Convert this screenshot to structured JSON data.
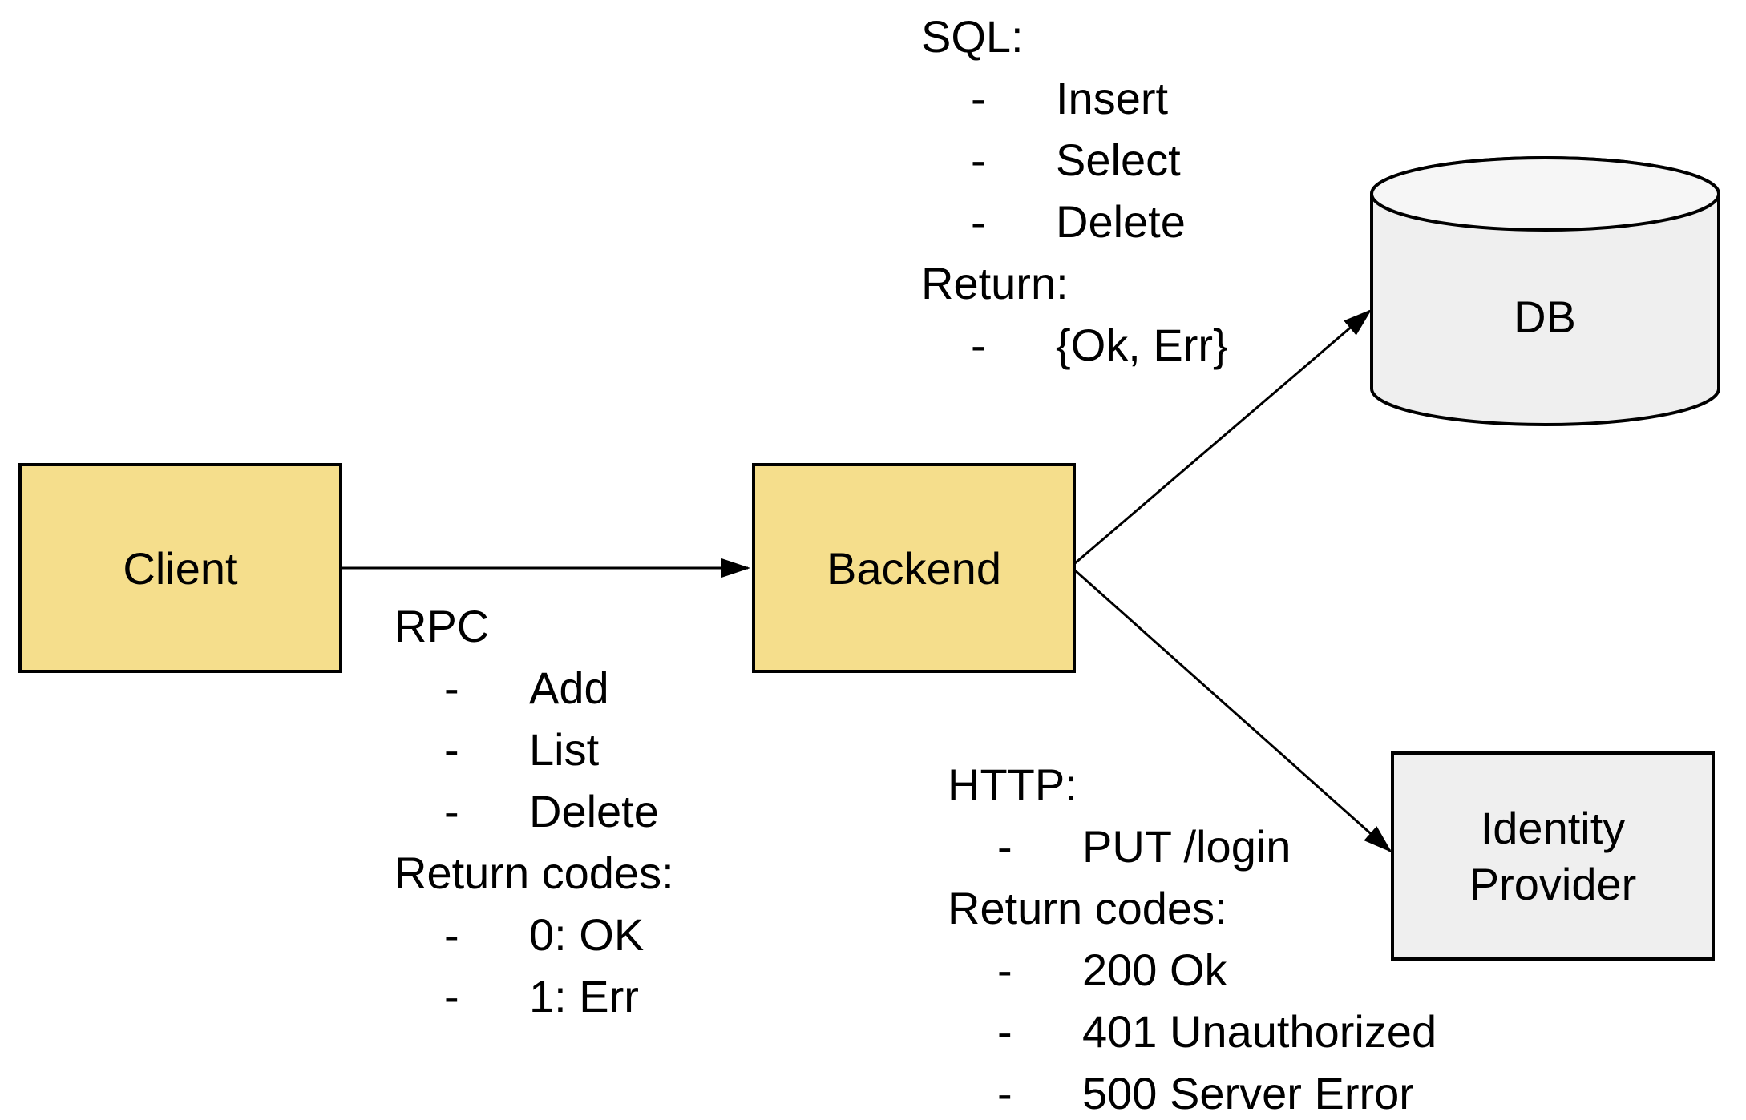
{
  "bullet_char": "-",
  "colors": {
    "node_yellow": "#F5DE8C",
    "node_gray": "#EFEFEF",
    "cylinder_top": "#F6F6F6",
    "stroke": "#000000",
    "text": "#000000",
    "background": "#FFFFFF"
  },
  "nodes": {
    "client": {
      "label": "Client"
    },
    "backend": {
      "label": "Backend"
    },
    "db": {
      "label": "DB"
    },
    "identity_provider": {
      "label": "Identity Provider",
      "line1": "Identity",
      "line2": "Provider"
    }
  },
  "edges": [
    {
      "from": "client",
      "to": "backend",
      "annotation": "rpc"
    },
    {
      "from": "backend",
      "to": "db",
      "annotation": "sql"
    },
    {
      "from": "backend",
      "to": "identity_provider",
      "annotation": "http"
    }
  ],
  "annotations": {
    "rpc": {
      "lines": [
        {
          "text": "RPC",
          "bullet": false
        },
        {
          "text": "Add",
          "bullet": true
        },
        {
          "text": "List",
          "bullet": true
        },
        {
          "text": "Delete",
          "bullet": true
        },
        {
          "text": "Return codes:",
          "bullet": false
        },
        {
          "text": "0: OK",
          "bullet": true
        },
        {
          "text": "1: Err",
          "bullet": true
        }
      ]
    },
    "sql": {
      "lines": [
        {
          "text": "SQL:",
          "bullet": false
        },
        {
          "text": "Insert",
          "bullet": true
        },
        {
          "text": "Select",
          "bullet": true
        },
        {
          "text": "Delete",
          "bullet": true
        },
        {
          "text": "Return:",
          "bullet": false
        },
        {
          "text": "{Ok, Err}",
          "bullet": true
        }
      ]
    },
    "http": {
      "lines": [
        {
          "text": "HTTP:",
          "bullet": false
        },
        {
          "text": "PUT /login",
          "bullet": true
        },
        {
          "text": "Return codes:",
          "bullet": false
        },
        {
          "text": "200 Ok",
          "bullet": true
        },
        {
          "text": "401 Unauthorized",
          "bullet": true
        },
        {
          "text": "500 Server Error",
          "bullet": true
        }
      ]
    }
  }
}
